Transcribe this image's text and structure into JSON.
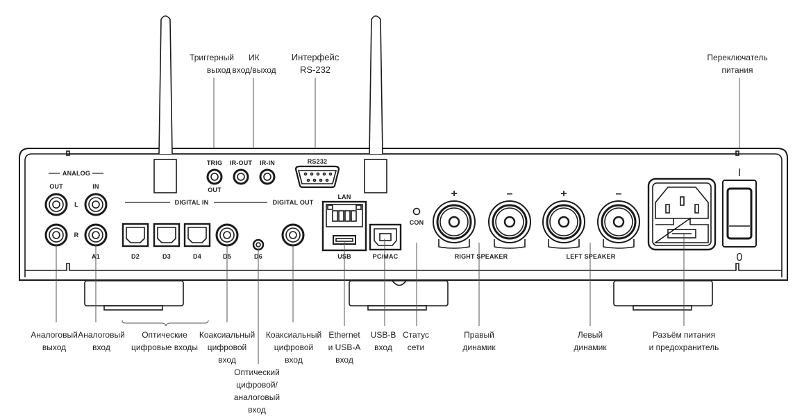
{
  "diagram": {
    "title": "Rear panel connections",
    "panel_labels": {
      "analog_group": "ANALOG",
      "analog_out": "OUT",
      "analog_in": "IN",
      "left": "L",
      "right": "R",
      "a1": "A1",
      "digital_in": "DIGITAL IN",
      "digital_out": "DIGITAL OUT",
      "d2": "D2",
      "d3": "D3",
      "d4": "D4",
      "d5": "D5",
      "d6": "D6",
      "trig": "TRIG",
      "trig_out": "OUT",
      "ir_out": "IR-OUT",
      "ir_in": "IR-IN",
      "rs232": "RS232",
      "lan": "LAN",
      "usb": "USB",
      "pc_mac": "PC/MAC",
      "con": "CON",
      "plus": "+",
      "minus": "–",
      "right_speaker": "RIGHT SPEAKER",
      "left_speaker": "LEFT SPEAKER",
      "power_on": "I",
      "power_off": "0"
    },
    "callouts_top": [
      {
        "id": "trigger-out",
        "lines": [
          "Триггерный",
          "выход"
        ]
      },
      {
        "id": "ir-in-out",
        "lines": [
          "ИК",
          "вход/выход"
        ]
      },
      {
        "id": "rs232",
        "lines": [
          "Интерфейс",
          "RS-232"
        ]
      },
      {
        "id": "power-switch",
        "lines": [
          "Переключатель",
          "питания"
        ]
      }
    ],
    "callouts_bottom": [
      {
        "id": "analog-out",
        "lines": [
          "Аналоговый",
          "выход"
        ]
      },
      {
        "id": "analog-in",
        "lines": [
          "Аналоговый",
          "вход"
        ]
      },
      {
        "id": "optical-inputs",
        "lines": [
          "Оптические",
          "цифровые входы"
        ]
      },
      {
        "id": "coax-in",
        "lines": [
          "Коаксиальный",
          "цифровой",
          "вход"
        ]
      },
      {
        "id": "optical-analog-in",
        "lines": [
          "Оптический",
          "цифровой/",
          "аналоговый",
          "вход"
        ]
      },
      {
        "id": "coax-out",
        "lines": [
          "Коаксиальный",
          "цифровой",
          "вход"
        ]
      },
      {
        "id": "ethernet-usba",
        "lines": [
          "Ethernet",
          "и USB-A",
          "вход"
        ]
      },
      {
        "id": "usb-b",
        "lines": [
          "USB-B",
          "вход"
        ]
      },
      {
        "id": "network-status",
        "lines": [
          "Статус",
          "сети"
        ]
      },
      {
        "id": "right-speaker",
        "lines": [
          "Правый",
          "динамик"
        ]
      },
      {
        "id": "left-speaker",
        "lines": [
          "Левый",
          "динамик"
        ]
      },
      {
        "id": "power-inlet",
        "lines": [
          "Разъём питания",
          "и предохранитель"
        ]
      }
    ]
  }
}
